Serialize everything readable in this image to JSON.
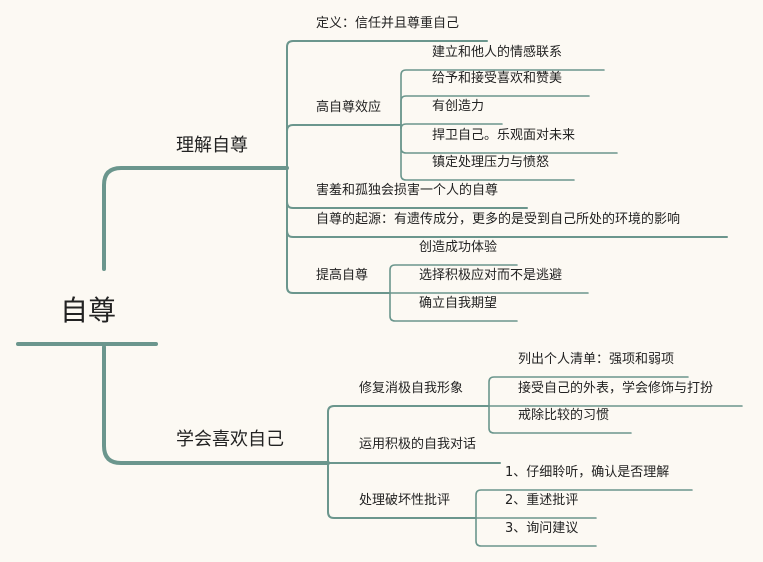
{
  "root": {
    "label": "自尊"
  },
  "branches": [
    {
      "label": "理解自尊",
      "children": [
        {
          "label": "定义：信任并且尊重自己",
          "children": []
        },
        {
          "label": "高自尊效应",
          "children": [
            {
              "label": "建立和他人的情感联系"
            },
            {
              "label": "给予和接受喜欢和赞美"
            },
            {
              "label": "有创造力"
            },
            {
              "label": "捍卫自己。乐观面对未来"
            },
            {
              "label": "镇定处理压力与愤怒"
            }
          ]
        },
        {
          "label": "害羞和孤独会损害一个人的自尊",
          "children": []
        },
        {
          "label": "自尊的起源：有遗传成分，更多的是受到自己所处的环境的影响",
          "children": []
        },
        {
          "label": "提高自尊",
          "children": [
            {
              "label": "创造成功体验"
            },
            {
              "label": "选择积极应对而不是逃避"
            },
            {
              "label": "确立自我期望"
            }
          ]
        }
      ]
    },
    {
      "label": "学会喜欢自己",
      "children": [
        {
          "label": "修复消极自我形象",
          "children": [
            {
              "label": "列出个人清单：强项和弱项"
            },
            {
              "label": "接受自己的外表，学会修饰与打扮"
            },
            {
              "label": "戒除比较的习惯"
            }
          ]
        },
        {
          "label": "运用积极的自我对话",
          "children": []
        },
        {
          "label": "处理破坏性批评",
          "children": [
            {
              "label": "1、仔细聆听，确认是否理解"
            },
            {
              "label": "2、重述批评"
            },
            {
              "label": "3、询问建议"
            }
          ]
        }
      ]
    }
  ],
  "colors": {
    "line": "#6b968d",
    "background": "#fcf9f3",
    "text": "#222222"
  }
}
